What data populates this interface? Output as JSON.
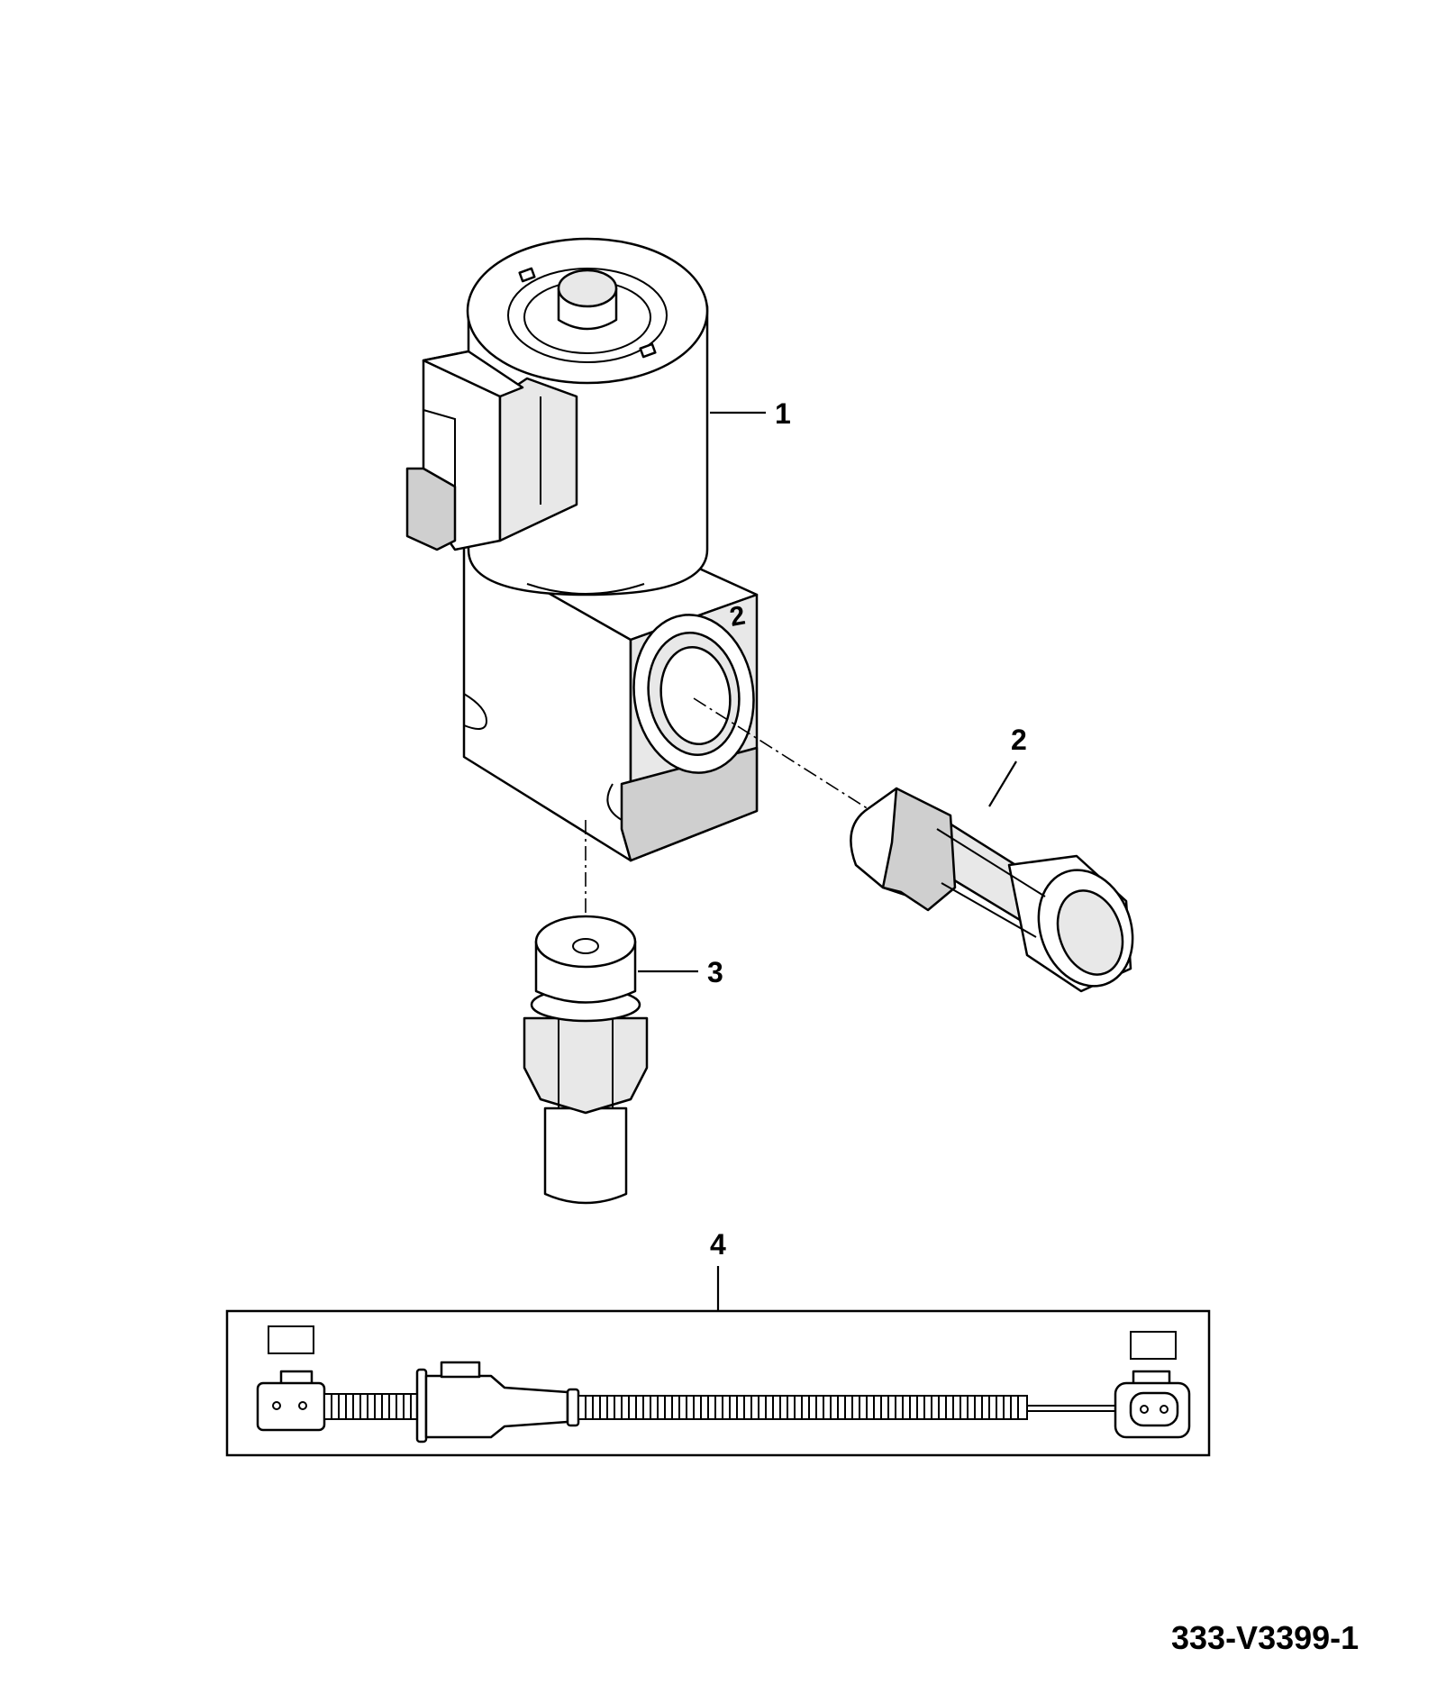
{
  "callouts": [
    {
      "label": "1"
    },
    {
      "label": "2"
    },
    {
      "label": "3"
    },
    {
      "label": "4"
    }
  ],
  "valve_port_mark": "2",
  "drawing_reference": "333-V3399-1"
}
